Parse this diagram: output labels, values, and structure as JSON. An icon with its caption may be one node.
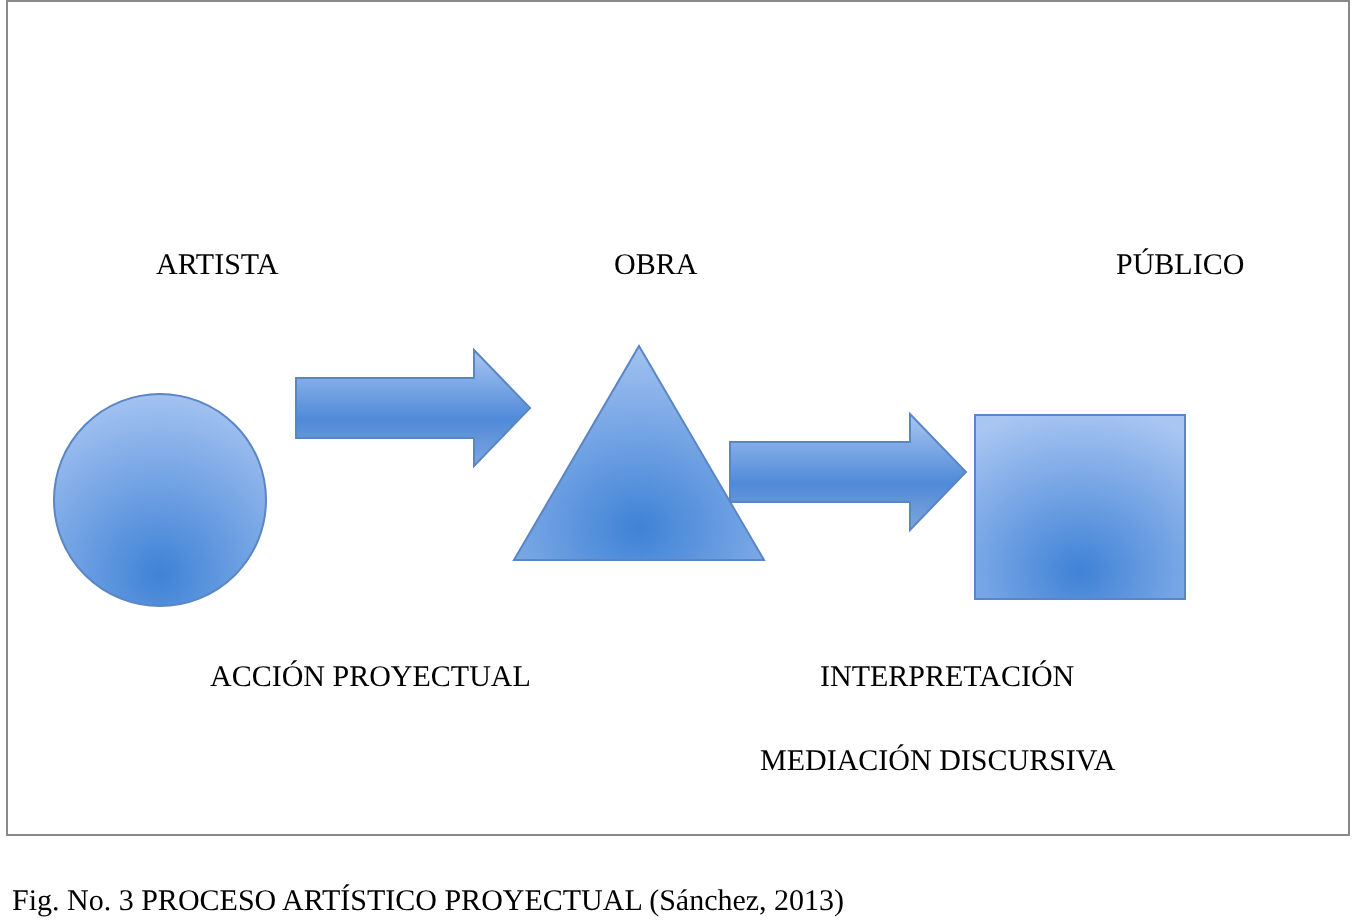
{
  "diagram": {
    "caption": "Fig. No. 3 PROCESO ARTÍSTICO PROYECTUAL (Sánchez, 2013)",
    "nodes": [
      {
        "text": [
          "ARTISTA"
        ]
      },
      {
        "text": [
          "OBRA"
        ]
      },
      {
        "text": [
          "PÚBLICO"
        ]
      }
    ],
    "edges": [
      {
        "from": 0,
        "to": 1,
        "arrow": "to"
      },
      {
        "from": 1,
        "to": 2,
        "arrow": "to"
      }
    ],
    "labels": [
      "ACCIÓN PROYECTUAL",
      "INTERPRETACIÓN",
      "MEDIACIÓN DISCURSIVA"
    ]
  }
}
